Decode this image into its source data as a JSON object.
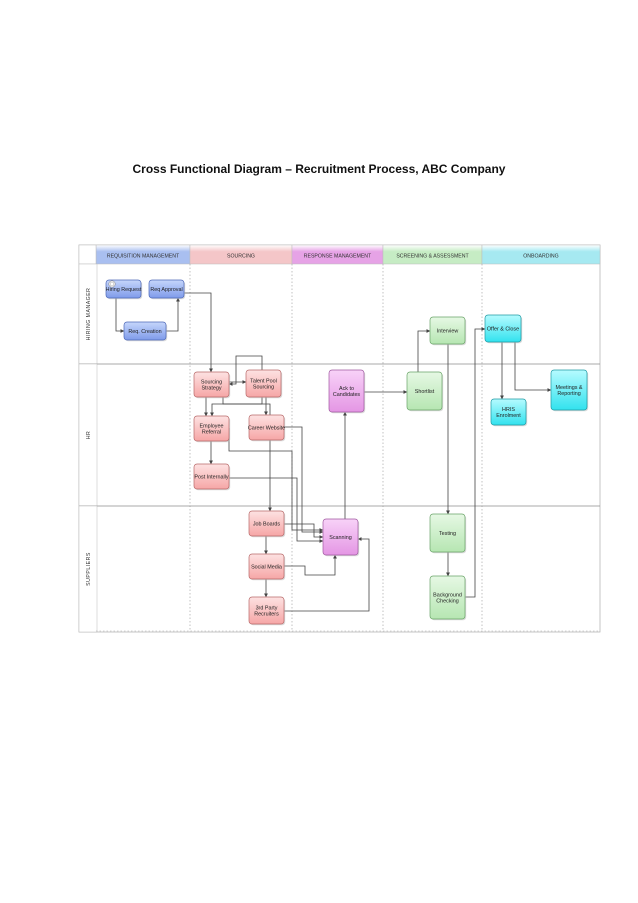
{
  "document": {
    "title": "Cross Functional Diagram – Recruitment Process, ABC Company"
  },
  "phases": [
    {
      "id": "req",
      "label": "REQUISITION MANAGEMENT",
      "color": "#a9bff0"
    },
    {
      "id": "src",
      "label": "SOURCING",
      "color": "#f4c6c8"
    },
    {
      "id": "resp",
      "label": "RESPONSE MANAGEMENT",
      "color": "#e6a3e6"
    },
    {
      "id": "scr",
      "label": "SCREENING & ASSESSMENT",
      "color": "#c6ecc4"
    },
    {
      "id": "onb",
      "label": "ONBOARDING",
      "color": "#a6e9f1"
    }
  ],
  "lanes": [
    {
      "id": "hm",
      "label": "HIRING MANAGER"
    },
    {
      "id": "hr",
      "label": "HR"
    },
    {
      "id": "sup",
      "label": "SUPPLIERS"
    }
  ],
  "nodes": [
    {
      "id": "hiring_request",
      "lines": [
        "Hiring Request"
      ],
      "color": "blue",
      "phase": "req",
      "lane": "hm"
    },
    {
      "id": "req_approval",
      "lines": [
        "Req Approval"
      ],
      "color": "blue",
      "phase": "req",
      "lane": "hm"
    },
    {
      "id": "req_creation",
      "lines": [
        "Req. Creation"
      ],
      "color": "blue",
      "phase": "req",
      "lane": "hm"
    },
    {
      "id": "sourcing_strategy",
      "lines": [
        "Sourcing",
        "Strategy"
      ],
      "color": "red",
      "phase": "src",
      "lane": "hr"
    },
    {
      "id": "talent_pool",
      "lines": [
        "Talent Pool",
        "Sourcing"
      ],
      "color": "red",
      "phase": "src",
      "lane": "hr"
    },
    {
      "id": "employee_referral",
      "lines": [
        "Employee",
        "Referral"
      ],
      "color": "red",
      "phase": "src",
      "lane": "hr"
    },
    {
      "id": "career_website",
      "lines": [
        "Career Website"
      ],
      "color": "red",
      "phase": "src",
      "lane": "hr"
    },
    {
      "id": "post_internally",
      "lines": [
        "Post Internally"
      ],
      "color": "red",
      "phase": "src",
      "lane": "hr"
    },
    {
      "id": "job_boards",
      "lines": [
        "Job Boards"
      ],
      "color": "red",
      "phase": "src",
      "lane": "sup"
    },
    {
      "id": "social_media",
      "lines": [
        "Social Media"
      ],
      "color": "red",
      "phase": "src",
      "lane": "sup"
    },
    {
      "id": "third_party",
      "lines": [
        "3rd Party",
        "Recruiters"
      ],
      "color": "red",
      "phase": "src",
      "lane": "sup"
    },
    {
      "id": "ack_candidates",
      "lines": [
        "Ack to",
        "Candidates"
      ],
      "color": "magenta",
      "phase": "resp",
      "lane": "hr"
    },
    {
      "id": "scanning",
      "lines": [
        "Scanning"
      ],
      "color": "magenta",
      "phase": "resp",
      "lane": "sup"
    },
    {
      "id": "interview",
      "lines": [
        "Interview"
      ],
      "color": "green",
      "phase": "scr",
      "lane": "hm"
    },
    {
      "id": "shortlist",
      "lines": [
        "Shortlist"
      ],
      "color": "green",
      "phase": "scr",
      "lane": "hr"
    },
    {
      "id": "testing",
      "lines": [
        "Testing"
      ],
      "color": "green",
      "phase": "scr",
      "lane": "sup"
    },
    {
      "id": "background_checking",
      "lines": [
        "Background",
        "Checking"
      ],
      "color": "green",
      "phase": "scr",
      "lane": "sup"
    },
    {
      "id": "offer_close",
      "lines": [
        "Offer & Close"
      ],
      "color": "cyan",
      "phase": "onb",
      "lane": "hm"
    },
    {
      "id": "hris_enrolment",
      "lines": [
        "HRIS",
        "Enrolment"
      ],
      "color": "cyan",
      "phase": "onb",
      "lane": "hr"
    },
    {
      "id": "meetings_reporting",
      "lines": [
        "Meetings &",
        "Reporting"
      ],
      "color": "cyan",
      "phase": "onb",
      "lane": "hr"
    }
  ],
  "edges": [
    {
      "from": "hiring_request",
      "to": "req_creation"
    },
    {
      "from": "req_creation",
      "to": "req_approval"
    },
    {
      "from": "req_approval",
      "to": "sourcing_strategy"
    },
    {
      "from": "sourcing_strategy",
      "to": "talent_pool"
    },
    {
      "from": "talent_pool",
      "to": "sourcing_strategy"
    },
    {
      "from": "talent_pool",
      "to": "employee_referral"
    },
    {
      "from": "talent_pool",
      "to": "career_website"
    },
    {
      "from": "sourcing_strategy",
      "to": "employee_referral"
    },
    {
      "from": "employee_referral",
      "to": "post_internally"
    },
    {
      "from": "sourcing_strategy",
      "to": "job_boards"
    },
    {
      "from": "job_boards",
      "to": "social_media"
    },
    {
      "from": "social_media",
      "to": "third_party"
    },
    {
      "from": "career_website",
      "to": "scanning"
    },
    {
      "from": "employee_referral",
      "to": "scanning"
    },
    {
      "from": "post_internally",
      "to": "scanning"
    },
    {
      "from": "job_boards",
      "to": "scanning"
    },
    {
      "from": "social_media",
      "to": "scanning"
    },
    {
      "from": "third_party",
      "to": "scanning"
    },
    {
      "from": "scanning",
      "to": "ack_candidates"
    },
    {
      "from": "ack_candidates",
      "to": "shortlist"
    },
    {
      "from": "shortlist",
      "to": "interview"
    },
    {
      "from": "interview",
      "to": "testing"
    },
    {
      "from": "testing",
      "to": "background_checking"
    },
    {
      "from": "background_checking",
      "to": "offer_close"
    },
    {
      "from": "offer_close",
      "to": "hris_enrolment"
    },
    {
      "from": "offer_close",
      "to": "meetings_reporting"
    }
  ],
  "palette": {
    "blue": {
      "top": "#c6d6fb",
      "bottom": "#7f9bea",
      "stroke": "#4e69b8"
    },
    "red": {
      "top": "#fde2e2",
      "bottom": "#f6a6a6",
      "stroke": "#b86a6a"
    },
    "magenta": {
      "top": "#f8d2f8",
      "bottom": "#e496e4",
      "stroke": "#a05aa0"
    },
    "green": {
      "top": "#e6f8e4",
      "bottom": "#b6e6b2",
      "stroke": "#6aa468"
    },
    "cyan": {
      "top": "#b6fbff",
      "bottom": "#32e2ee",
      "stroke": "#1f9aa4"
    }
  }
}
